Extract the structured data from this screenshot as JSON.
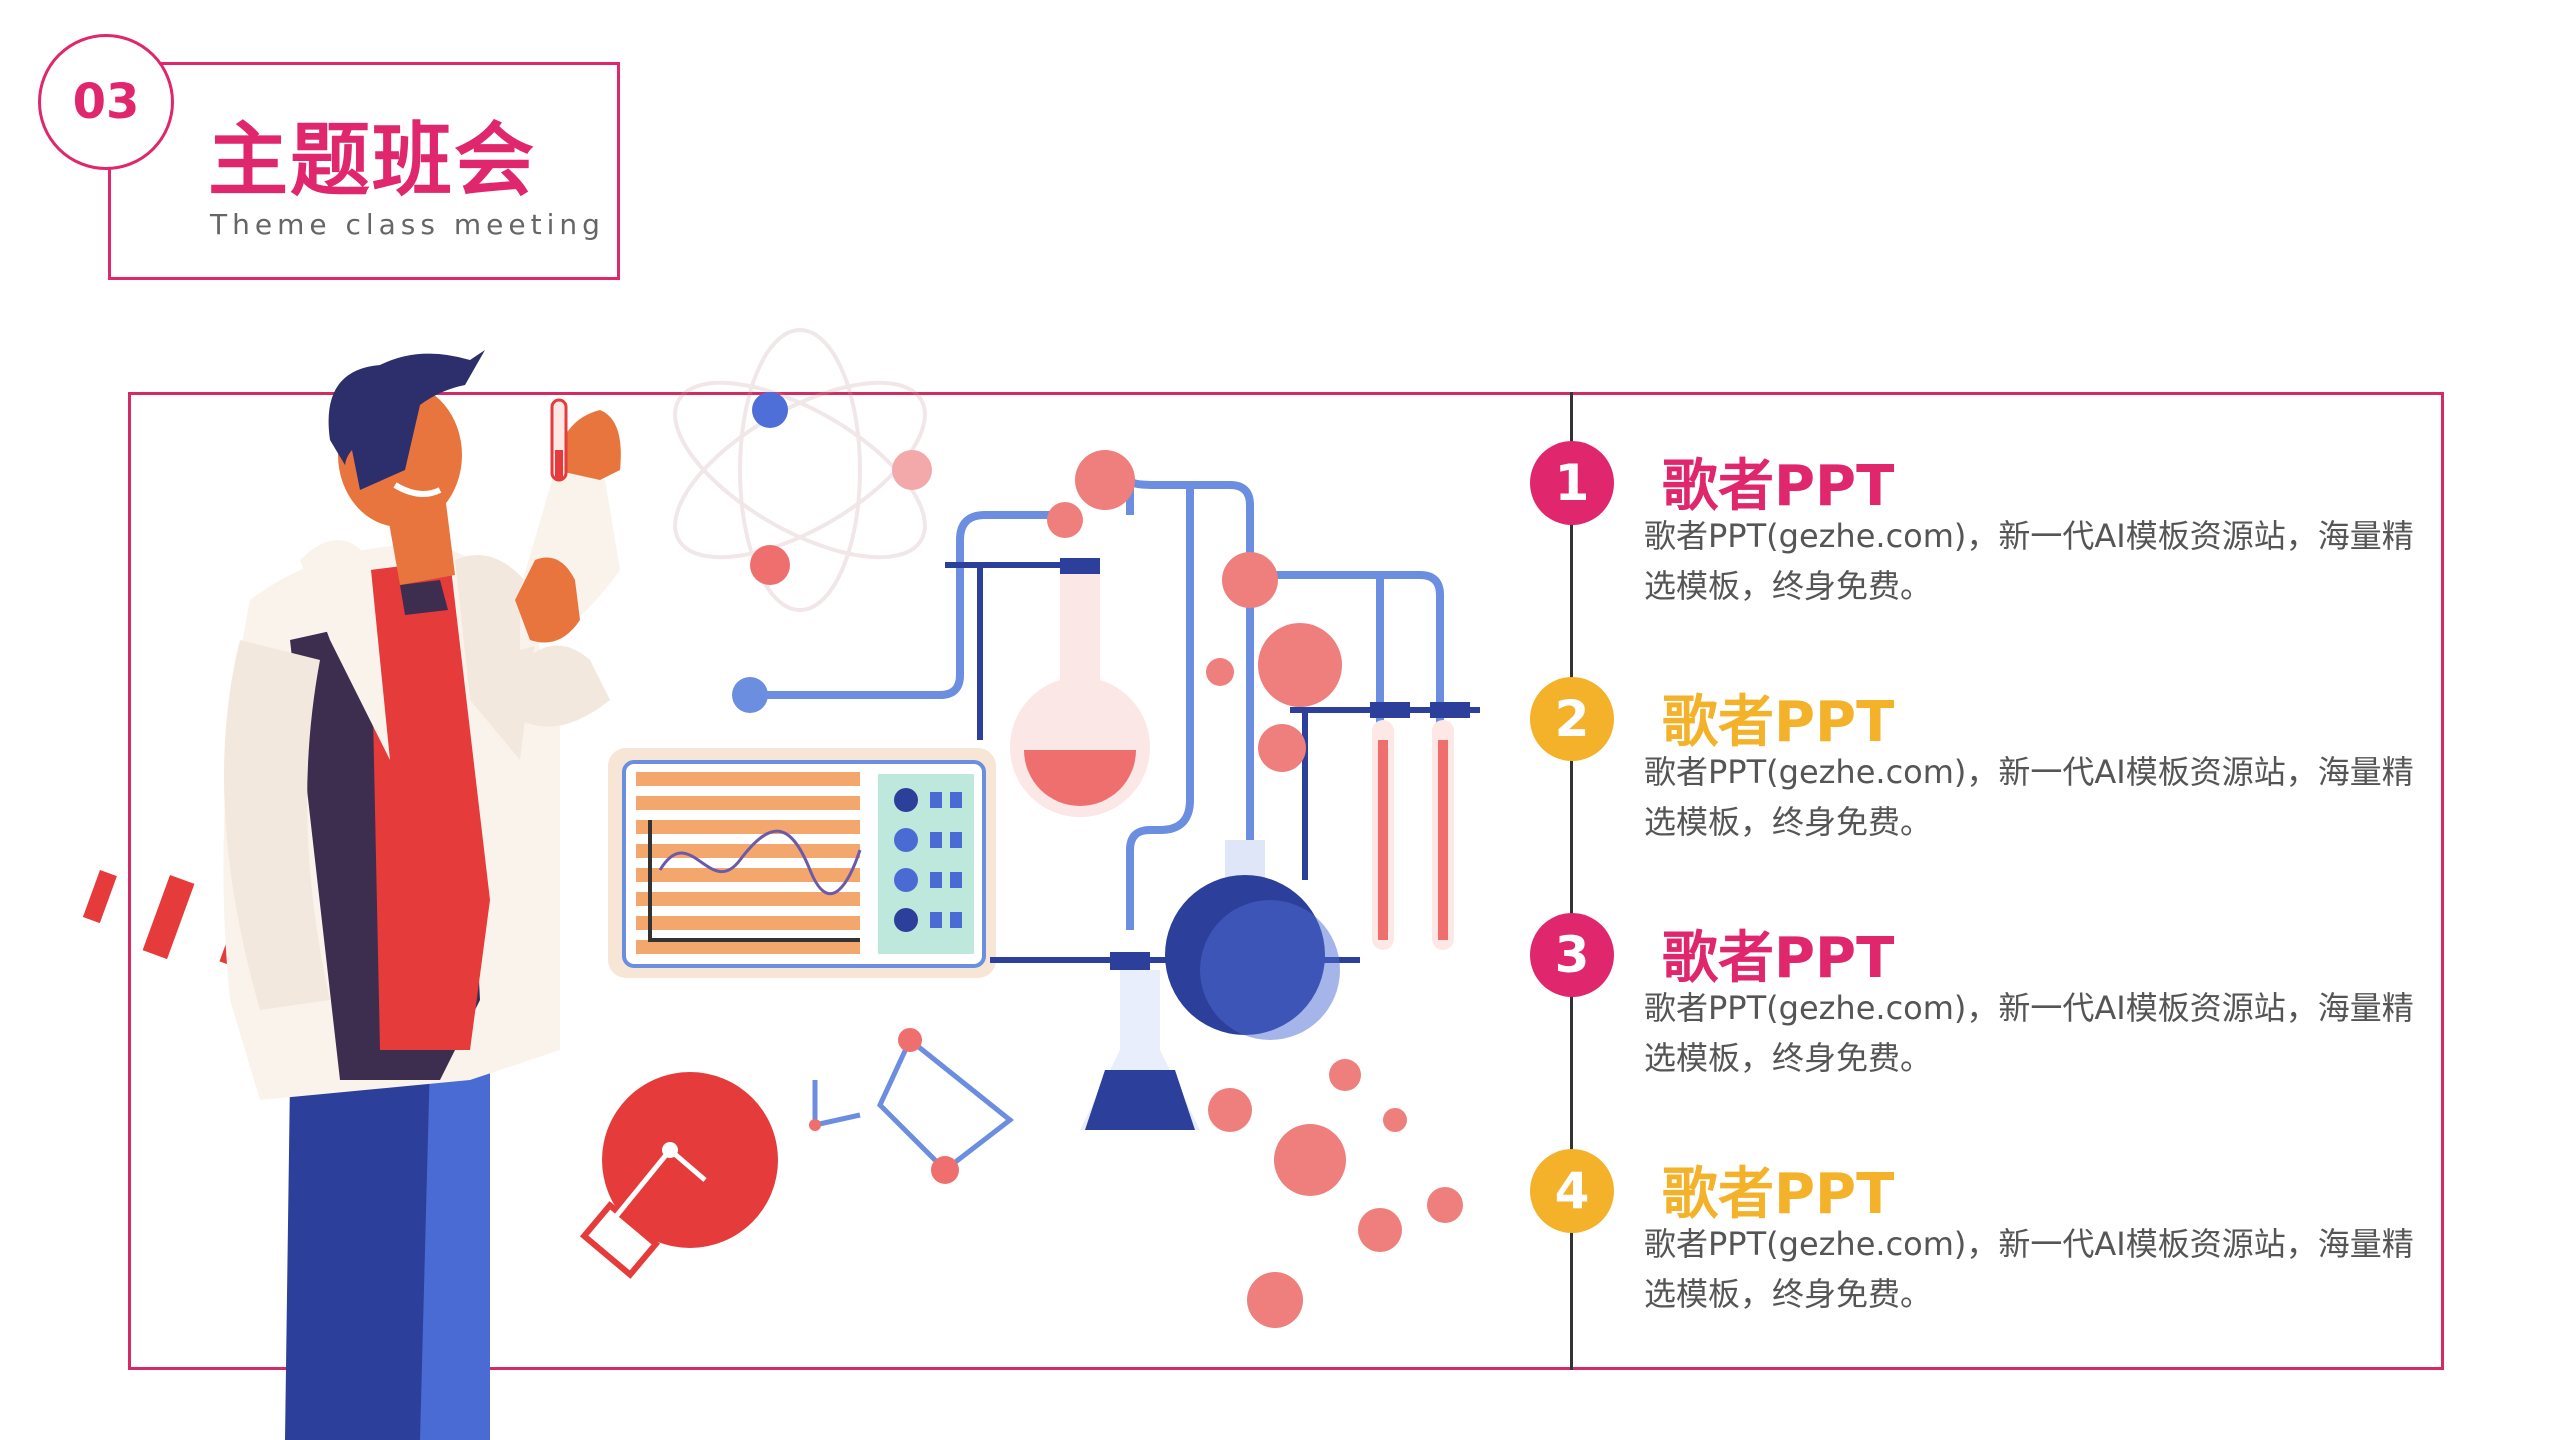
{
  "header": {
    "section_number": "03",
    "title": "主题班会",
    "subtitle": "Theme class meeting"
  },
  "colors": {
    "accent": "#e0266c",
    "gold": "#f4b22a",
    "frame": "#d52b63",
    "text_gray": "#555555"
  },
  "items": [
    {
      "number": "1",
      "title": "歌者PPT",
      "description": "歌者PPT(gezhe.com)，新一代AI模板资源站，海量精选模板，终身免费。",
      "color": "#e0266c"
    },
    {
      "number": "2",
      "title": "歌者PPT",
      "description": "歌者PPT(gezhe.com)，新一代AI模板资源站，海量精选模板，终身免费。",
      "color": "#f4b22a"
    },
    {
      "number": "3",
      "title": "歌者PPT",
      "description": "歌者PPT(gezhe.com)，新一代AI模板资源站，海量精选模板，终身免费。",
      "color": "#e0266c"
    },
    {
      "number": "4",
      "title": "歌者PPT",
      "description": "歌者PPT(gezhe.com)，新一代AI模板资源站，海量精选模板，终身免费。",
      "color": "#f4b22a"
    }
  ]
}
